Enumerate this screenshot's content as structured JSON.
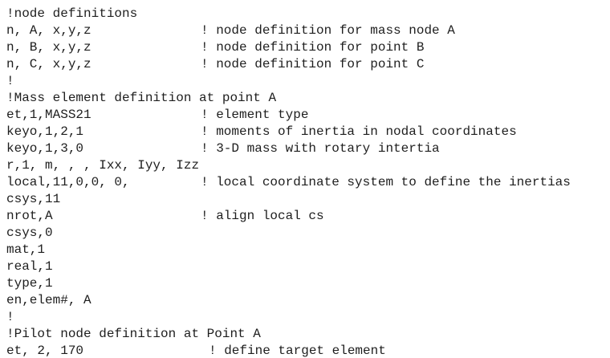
{
  "code_lines": [
    {
      "code": "!node definitions",
      "comment": ""
    },
    {
      "code": "n, A, x,y,z",
      "comment": "! node definition for mass node A"
    },
    {
      "code": "n, B, x,y,z",
      "comment": "! node definition for point B"
    },
    {
      "code": "n, C, x,y,z",
      "comment": "! node definition for point C"
    },
    {
      "code": "!",
      "comment": ""
    },
    {
      "code": "!Mass element definition at point A",
      "comment": ""
    },
    {
      "code": "et,1,MASS21",
      "comment": "! element type"
    },
    {
      "code": "keyo,1,2,1",
      "comment": "! moments of inertia in nodal coordinates"
    },
    {
      "code": "keyo,1,3,0",
      "comment": "! 3-D mass with rotary intertia"
    },
    {
      "code": "r,1, m, , , Ixx, Iyy, Izz",
      "comment": ""
    },
    {
      "code": "local,11,0,0, 0,",
      "comment": "! local coordinate system to define the inertias"
    },
    {
      "code": "csys,11",
      "comment": ""
    },
    {
      "code": "nrot,A",
      "comment": "! align local cs"
    },
    {
      "code": "csys,0",
      "comment": ""
    },
    {
      "code": "mat,1",
      "comment": ""
    },
    {
      "code": "real,1",
      "comment": ""
    },
    {
      "code": "type,1",
      "comment": ""
    },
    {
      "code": "en,elem#, A",
      "comment": ""
    },
    {
      "code": "!",
      "comment": ""
    },
    {
      "code": "!Pilot node definition at Point A",
      "comment": ""
    },
    {
      "code": "et, 2, 170",
      "comment": "! define target element"
    }
  ]
}
